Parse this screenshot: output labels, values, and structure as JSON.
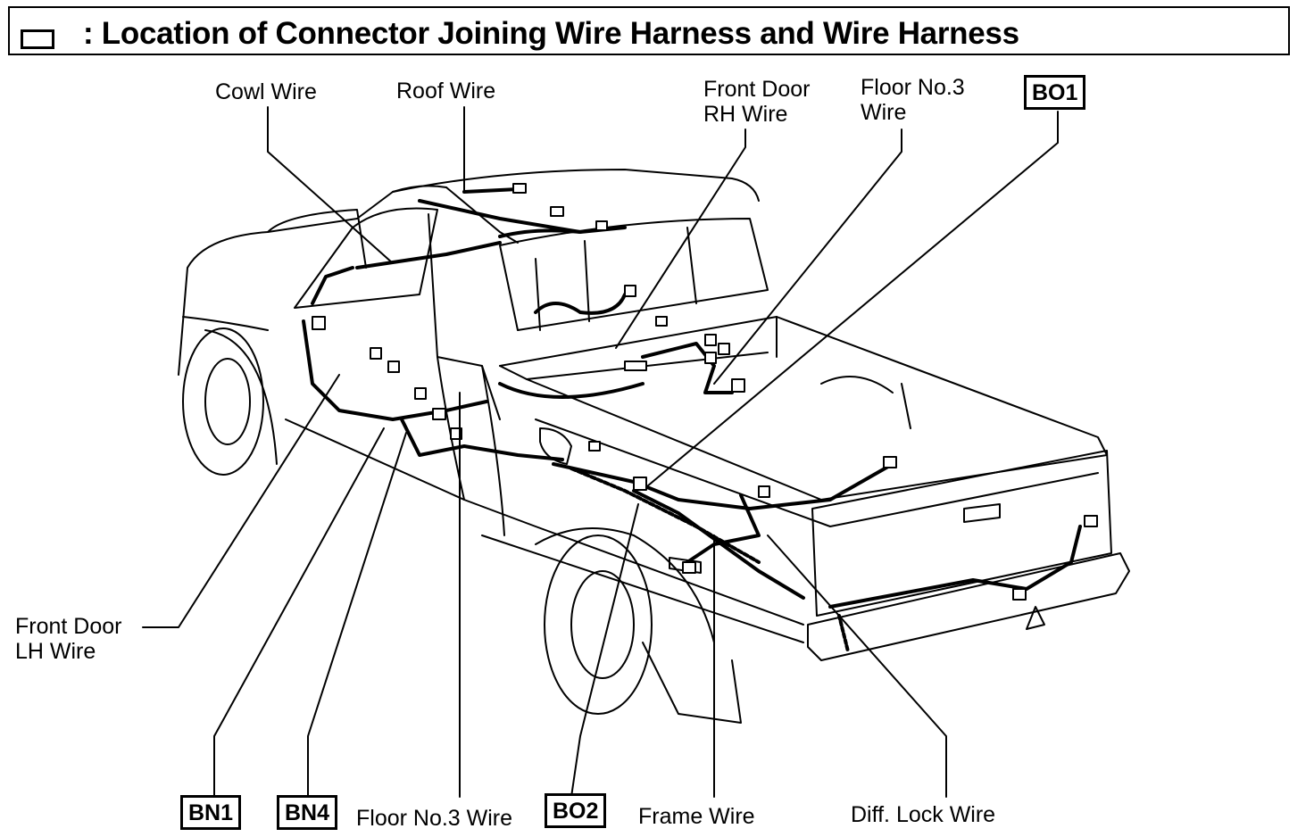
{
  "title": {
    "icon": "square-outline-icon",
    "text": ": Location of Connector Joining Wire Harness and Wire Harness"
  },
  "labels": {
    "cowl_wire": "Cowl Wire",
    "roof_wire": "Roof Wire",
    "front_door_rh_wire_1": "Front Door",
    "front_door_rh_wire_2": "RH Wire",
    "floor_no3_wire_top_1": "Floor No.3",
    "floor_no3_wire_top_2": "Wire",
    "front_door_lh_wire_1": "Front Door",
    "front_door_lh_wire_2": "LH Wire",
    "floor_no3_wire_bottom": "Floor No.3 Wire",
    "frame_wire": "Frame Wire",
    "diff_lock_wire": "Diff. Lock Wire"
  },
  "codes": {
    "bo1": "BO1",
    "bn1": "BN1",
    "bn4": "BN4",
    "bo2": "BO2"
  }
}
